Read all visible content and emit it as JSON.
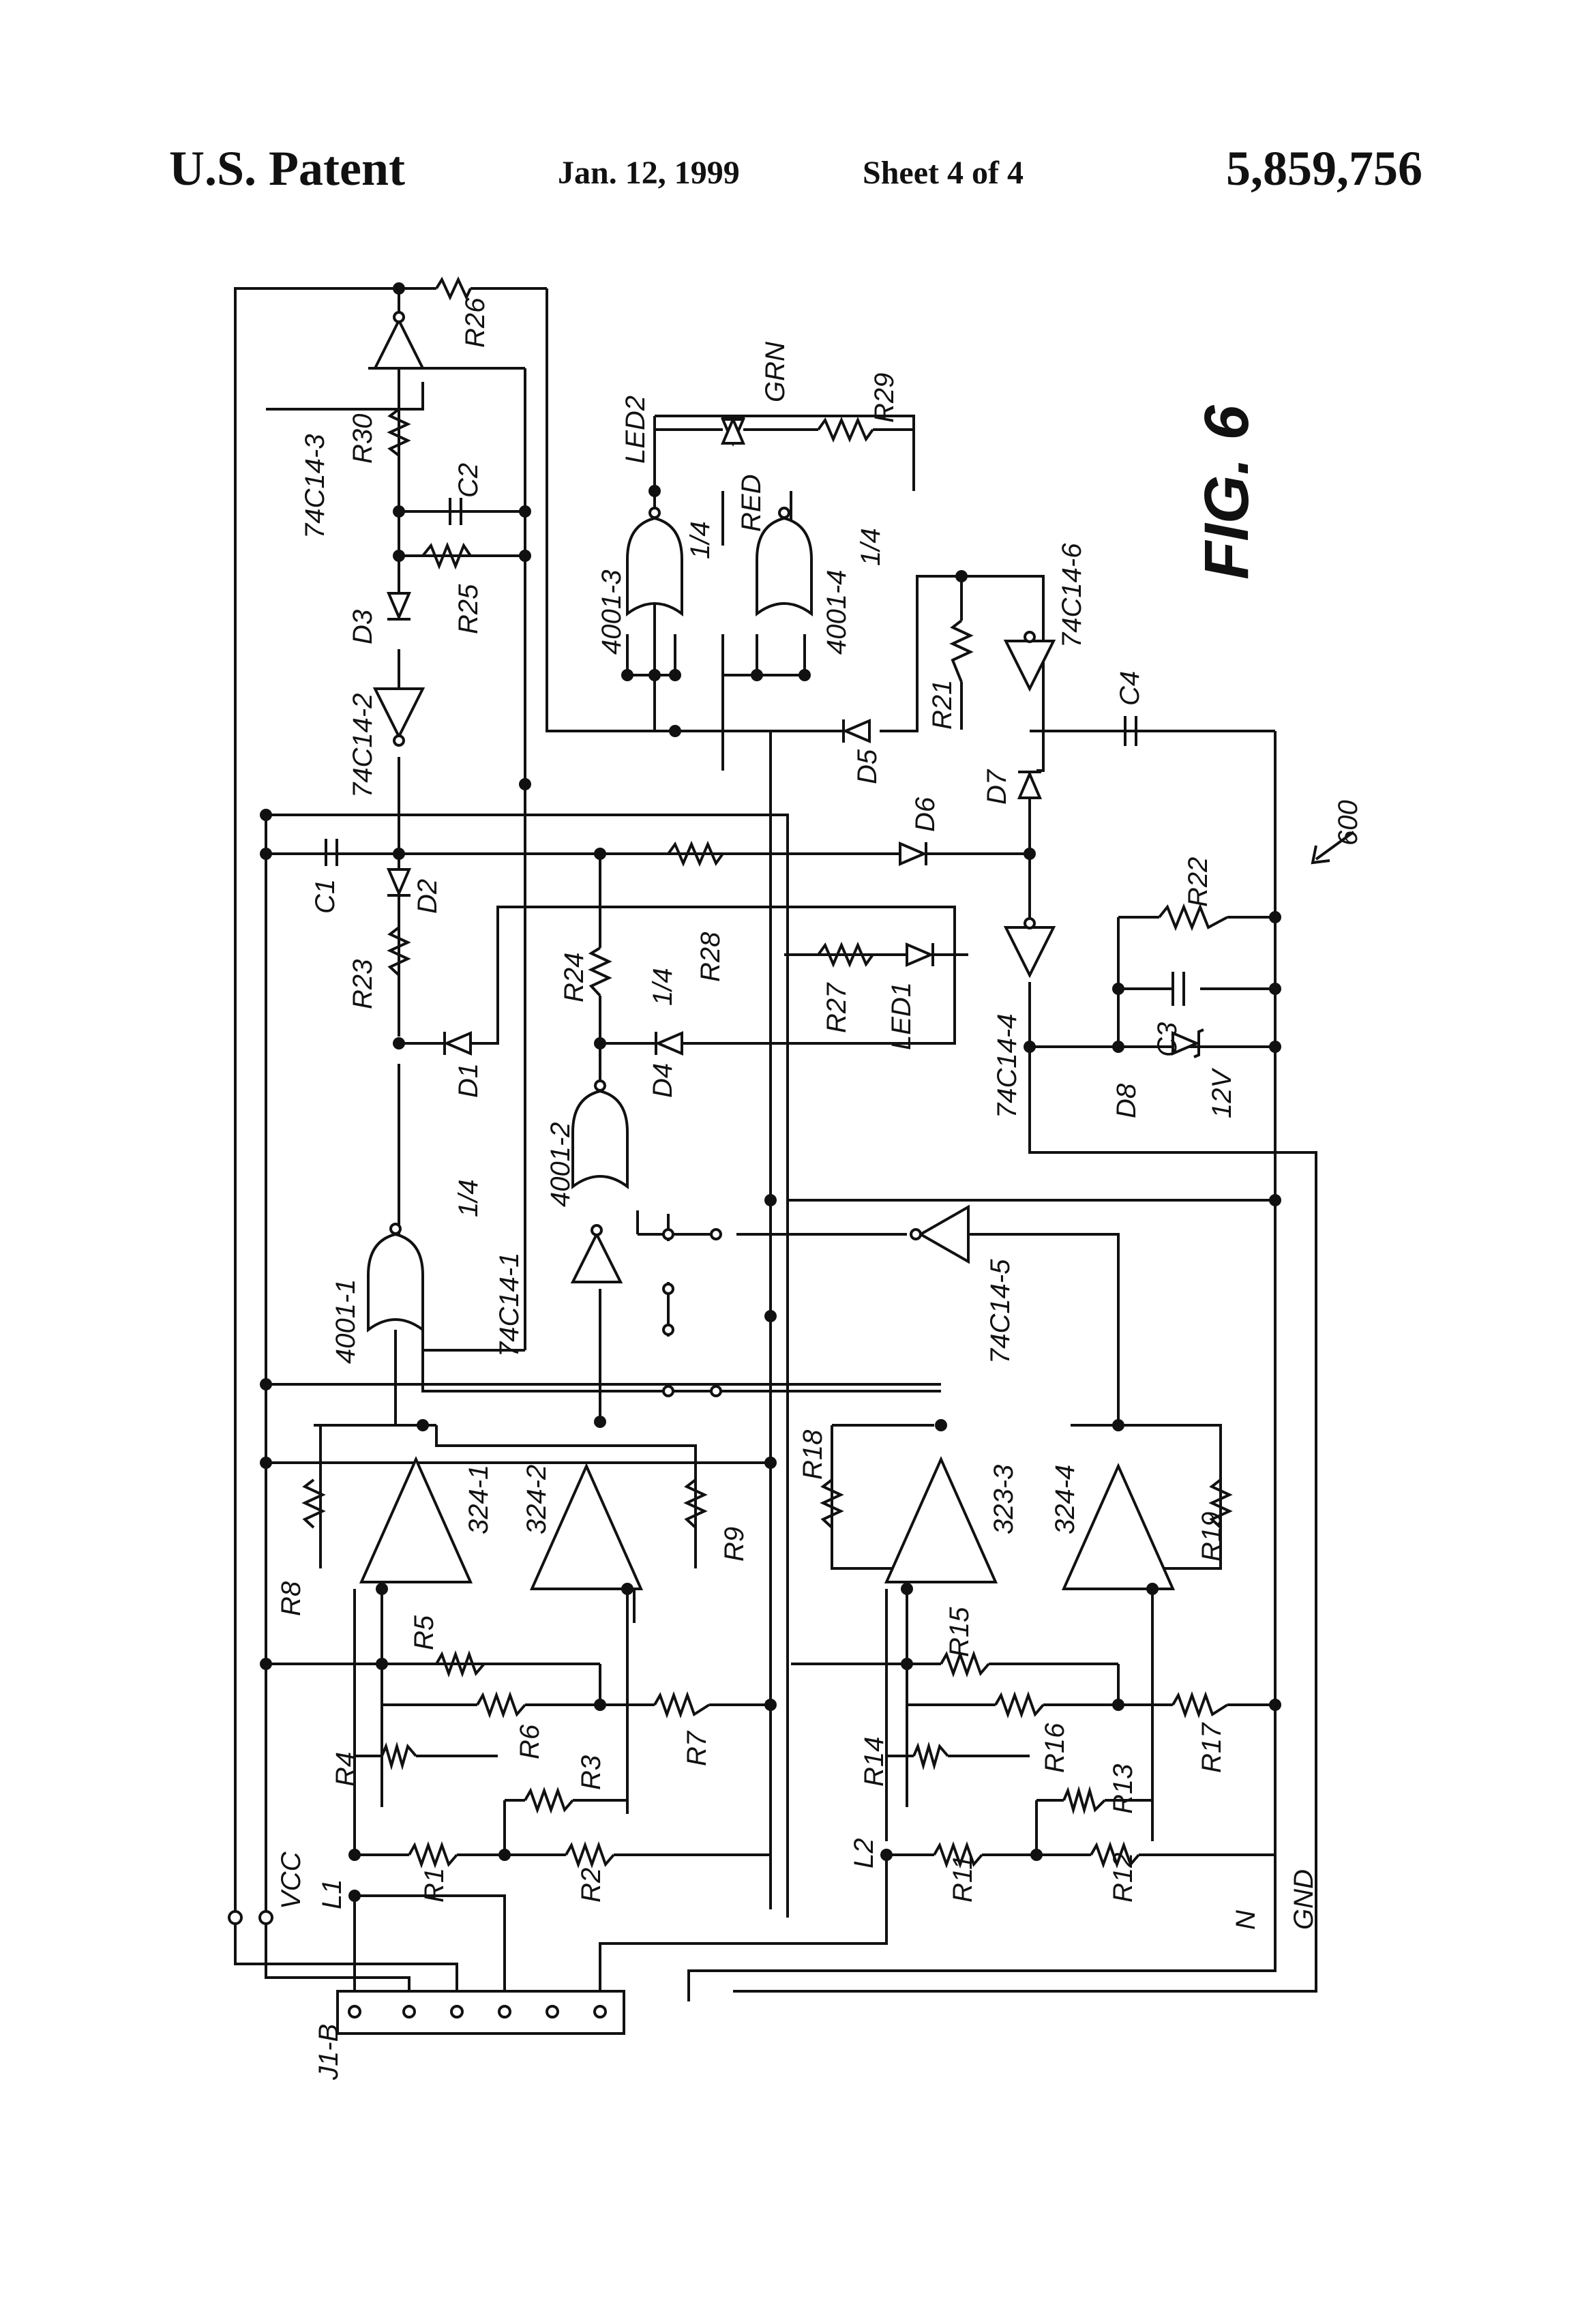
{
  "header": {
    "title": "U.S. Patent",
    "date": "Jan. 12, 1999",
    "sheet": "Sheet 4 of 4",
    "patent_number": "5,859,756"
  },
  "figure": {
    "label": "FIG. 6",
    "ref": "600",
    "components": {
      "r26": "R26",
      "r30": "R30",
      "r25": "R25",
      "r23": "R23",
      "r24": "R24",
      "r28": "R28",
      "r27": "R27",
      "r29": "R29",
      "r21": "R21",
      "r22": "R22",
      "c1": "C1",
      "c2": "C2",
      "c3": "C3",
      "c4": "C4",
      "d1": "D1",
      "d2": "D2",
      "d3": "D3",
      "d4": "D4",
      "d5": "D5",
      "d6": "D6",
      "d7": "D7",
      "d8": "D8",
      "zener_v": "12V",
      "led1": "LED1",
      "led2": "LED2",
      "red": "RED",
      "grn": "GRN",
      "g74c14_1": "74C14-1",
      "g74c14_2": "74C14-2",
      "g74c14_3": "74C14-3",
      "g74c14_4": "74C14-4",
      "g74c14_5": "74C14-5",
      "g74c14_6": "74C14-6",
      "g4001_1": "4001-1",
      "g4001_2": "4001-2",
      "g4001_3": "4001-3",
      "g4001_4": "4001-4",
      "q1": "1/4",
      "q2": "1/4",
      "q3": "1/4",
      "q4": "1/4",
      "op324_1": "324-1",
      "op324_2": "324-2",
      "op323_3": "323-3",
      "op324_4": "324-4",
      "r1": "R1",
      "r2": "R2",
      "r3": "R3",
      "r4": "R4",
      "r5": "R5",
      "r6": "R6",
      "r7": "R7",
      "r8": "R8",
      "r9": "R9",
      "r11": "R11",
      "r12": "R12",
      "r13": "R13",
      "r14": "R14",
      "r15": "R15",
      "r16": "R16",
      "r17": "R17",
      "r18": "R18",
      "r19": "R19",
      "vcc": "VCC",
      "l1": "L1",
      "l2": "L2",
      "n": "N",
      "gnd": "GND",
      "j1b": "J1-B"
    }
  }
}
